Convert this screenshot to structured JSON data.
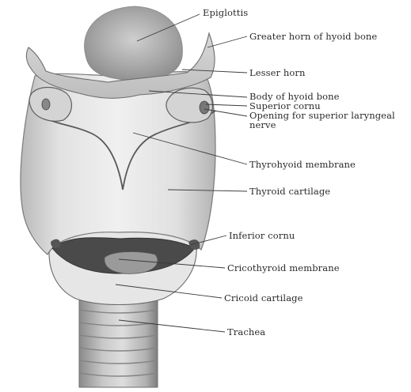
{
  "figure": {
    "labels": {
      "epiglottis": "Epiglottis",
      "greater_horn": "Greater horn of hyoid bone",
      "lesser_horn": "Lesser horn",
      "body_hyoid": "Body of hyoid bone",
      "superior_cornu": "Superior cornu",
      "opening_line1": "Opening for superior laryngeal",
      "opening_line2": "nerve",
      "thyrohyoid": "Thyrohyoid membrane",
      "thyroid": "Thyroid cartilage",
      "inferior_cornu": "Inferior cornu",
      "cricothyroid": "Cricothyroid membrane",
      "cricoid": "Cricoid cartilage",
      "trachea": "Trachea"
    }
  }
}
